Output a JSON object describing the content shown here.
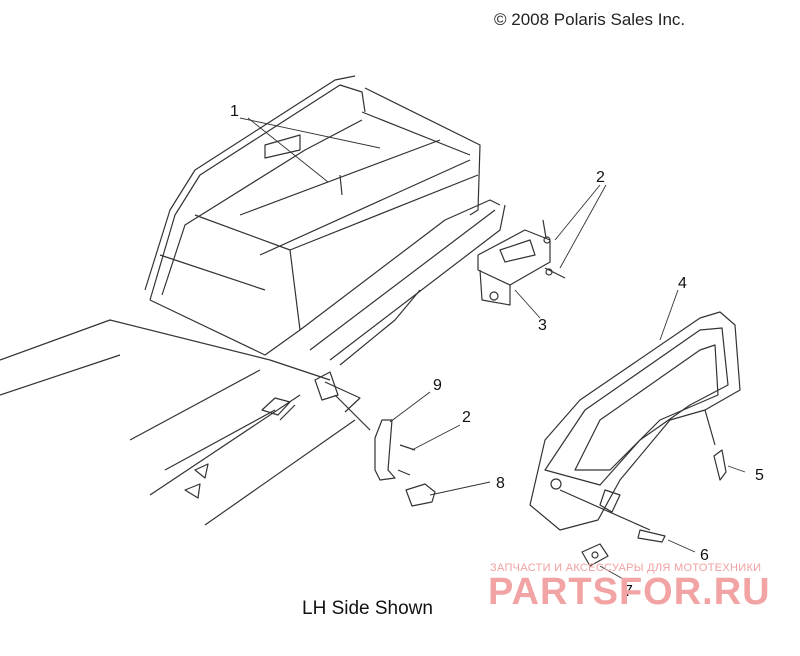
{
  "copyright": "© 2008 Polaris Sales Inc.",
  "caption": "LH Side Shown",
  "watermark": {
    "tagline": "ЗАПЧАСТИ И АКСЕССУАРЫ ДЛЯ МОТОТЕХНИКИ",
    "brand": "PARTSFOR.RU"
  },
  "callouts": [
    "1",
    "2",
    "3",
    "4",
    "2",
    "5",
    "9",
    "8",
    "6",
    "7"
  ]
}
